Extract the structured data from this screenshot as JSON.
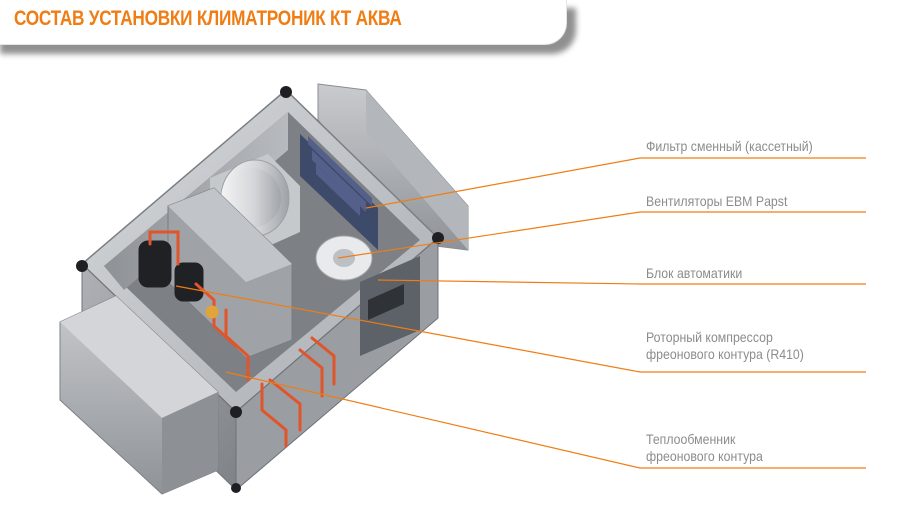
{
  "header": {
    "title": "СОСТАВ УСТАНОВКИ КЛИМАТРОНИК КТ АКВА"
  },
  "colors": {
    "accent": "#ef7d13",
    "label_text": "#8c8c8c",
    "unit_frame": "#b9bcc0"
  },
  "callouts": [
    {
      "lines": [
        "Фильтр сменный (кассетный)"
      ]
    },
    {
      "lines": [
        "Вентиляторы EBM Papst"
      ]
    },
    {
      "lines": [
        "Блок автоматики"
      ]
    },
    {
      "lines": [
        "Роторный компрессор",
        "фреонового контура (R410)"
      ]
    },
    {
      "lines": [
        "Теплообменник",
        "фреонового контура"
      ]
    }
  ]
}
